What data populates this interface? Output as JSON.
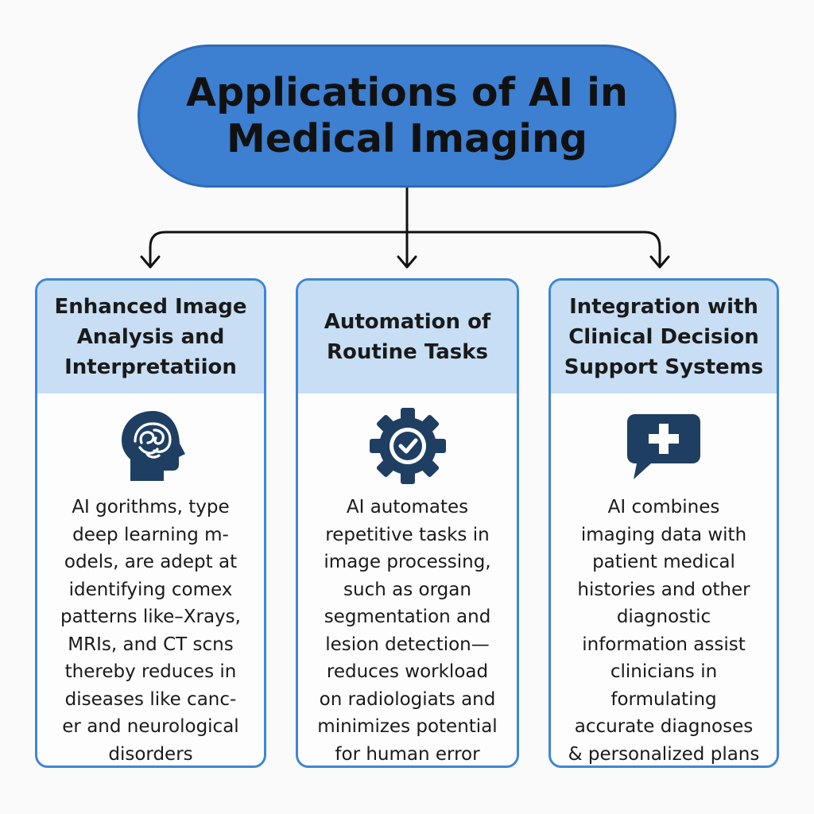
{
  "title": "Applications of AI in Medical Imaging",
  "cards": [
    {
      "title": "Enhanced Image Analysis and Interpretatiion",
      "icon": "brain-head-icon",
      "body": "AI gorithms, type\ndeep learning m-\nodels, are adept at\nidentifying comex\npatterns like–Xrays,\nMRIs, and CT scns\nthereby reduces in\ndiseases like canc-\ner and neurological\ndisorders"
    },
    {
      "title": "Automation of Routine Tasks",
      "icon": "gear-check-icon",
      "body": "AI automates\nrepetitive tasks in\nimage processing,\nsuch as organ\nsegmentation and\nlesion detection—\nreduces workload\non radiologiats and\nminimizes potential\nfor human error"
    },
    {
      "title": "Integration with Clinical Decision Support Systems",
      "icon": "medical-chat-icon",
      "body": "AI combines\nimaging data with\npatient medical\nhistories and other\ndiagnostic\ninformation assist\nclinicians in\nformulating\naccurate diagnoses\n& personalized plans"
    }
  ],
  "colors": {
    "title_fill": "#3d7fd0",
    "card_border": "#3f86d6",
    "header_fill": "#c7def4",
    "icon_fill": "#1f3f62",
    "connector": "#111111"
  }
}
